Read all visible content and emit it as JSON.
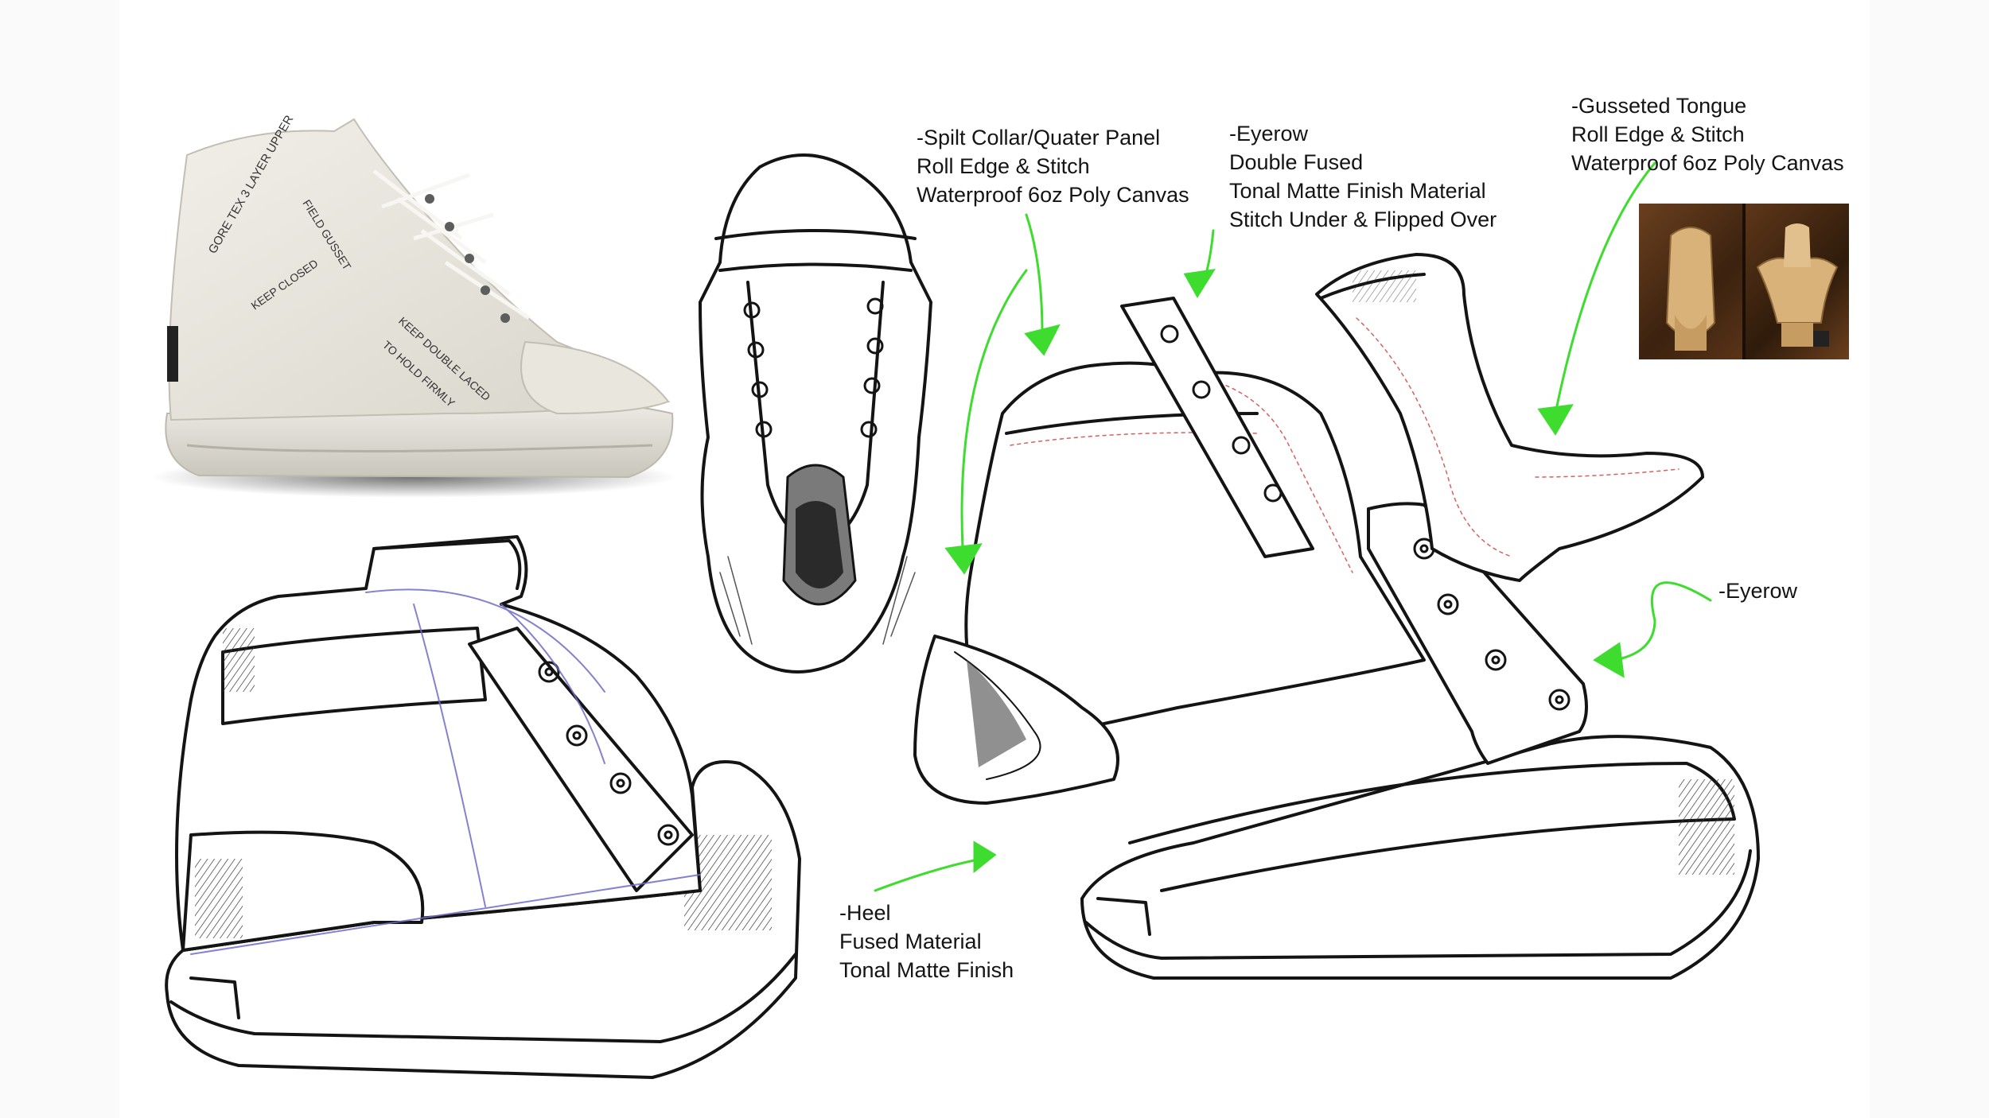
{
  "callouts": {
    "collar": {
      "lines": [
        "-Spilt Collar/Quater Panel",
        "Roll Edge & Stitch",
        "Waterproof 6oz Poly Canvas"
      ]
    },
    "eyerow_top": {
      "lines": [
        "-Eyerow",
        "Double Fused",
        "Tonal Matte Finish Material",
        "Stitch Under & Flipped Over"
      ]
    },
    "tongue": {
      "lines": [
        "-Gusseted Tongue",
        "Roll Edge & Stitch",
        "Waterproof 6oz Poly Canvas"
      ]
    },
    "eyerow_side": {
      "lines": [
        "-Eyerow"
      ]
    },
    "heel": {
      "lines": [
        "-Heel",
        "Fused Material",
        "Tonal Matte Finish"
      ]
    }
  },
  "product_photo": {
    "upper_text": [
      "GORE TEX 3 LAYER UPPER",
      "FIELD GUSSET",
      "KEEP CLOSED",
      "KEEP DOUBLE LACED",
      "TO HOLD FIRMLY"
    ]
  },
  "colors": {
    "arrow": "#3ddc2e",
    "ink": "#141414",
    "construction_line": "#6f6cc9",
    "stitch": "#d05050",
    "shoe_photo": "#e7e4da",
    "tongue_photo": "#d9b27a"
  }
}
